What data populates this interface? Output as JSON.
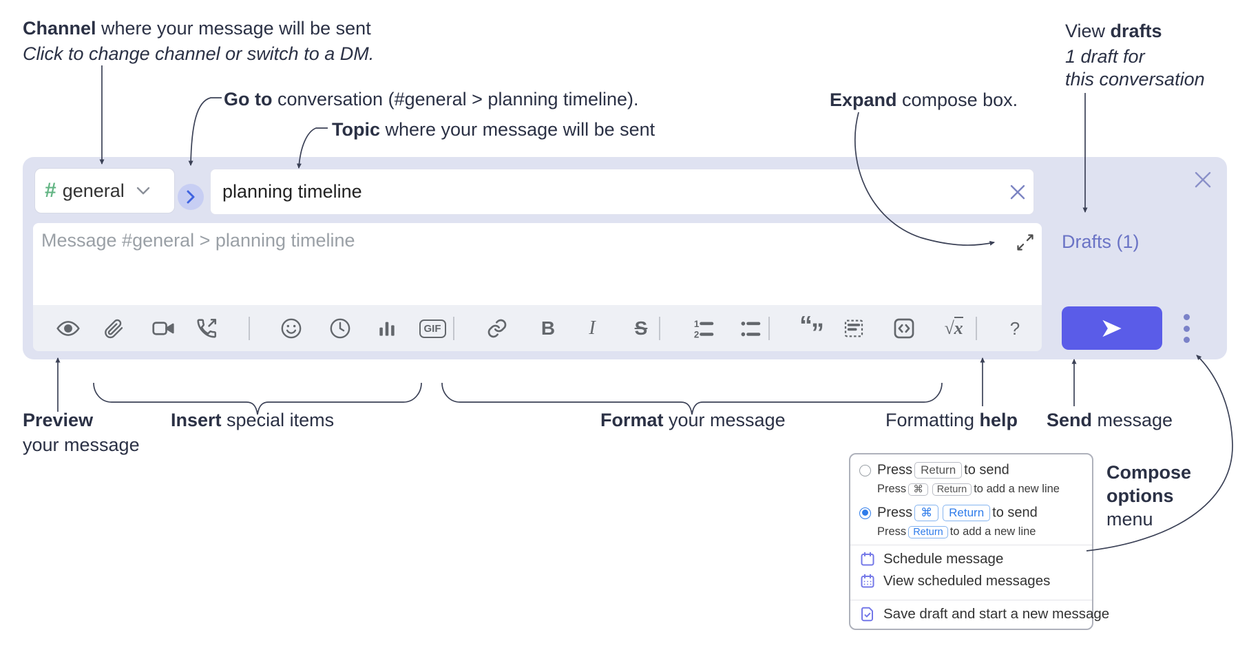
{
  "colors": {
    "compose_bg": "#dfe2f1",
    "send_button": "#5a5ce8",
    "drafts_link": "#6a73c5",
    "annotation_ink": "#2b3145",
    "kbd_blue": "#2f7cea",
    "channel_hash_green": "#63b584",
    "menu_icon_purple": "#7478e8"
  },
  "annotations": {
    "channel": {
      "bold": "Channel",
      "rest": " where your message will be sent",
      "sub": "Click to change channel or switch to a DM."
    },
    "goto": {
      "bold": "Go to",
      "rest": " conversation (#general > planning timeline)."
    },
    "topic": {
      "bold": "Topic",
      "rest": " where your message will be sent"
    },
    "expand": {
      "bold": "Expand",
      "rest": " compose box."
    },
    "view_drafts": {
      "pre": "View ",
      "bold": "drafts",
      "line2": "1 draft for",
      "line3": "this conversation"
    },
    "preview": {
      "bold": "Preview",
      "line2": "your message"
    },
    "insert": {
      "bold": "Insert",
      "rest": " special items"
    },
    "format": {
      "bold": "Format",
      "rest": " your message"
    },
    "formatting_help": {
      "pre": "Formatting ",
      "bold": "help"
    },
    "send": {
      "bold": "Send",
      "rest": " message"
    },
    "compose_options": {
      "line1": "Compose",
      "line2": "options",
      "line3": "menu"
    }
  },
  "compose": {
    "channel_hash": "#",
    "channel_name": "general",
    "topic_value": "planning timeline",
    "message_placeholder": "Message #general > planning timeline",
    "drafts_label": "Drafts (1)",
    "toolbar": {
      "bold_label": "B",
      "italic_label": "I",
      "strike_label": "S",
      "gif_label": "GIF",
      "ol_num1": "1",
      "ol_num2": "2",
      "math_root": "√",
      "math_x": "x",
      "help_label": "?",
      "quote_open": "“",
      "quote_close": "”",
      "icons": [
        "preview-eye",
        "attach-paperclip",
        "video-call",
        "audio-call",
        "emoji",
        "time",
        "poll",
        "gif",
        "link",
        "bold",
        "italic",
        "strikethrough",
        "numbered-list",
        "bulleted-list",
        "quote",
        "spoiler",
        "code",
        "math",
        "help"
      ]
    }
  },
  "popup": {
    "row1": {
      "pre": "Press",
      "key1": "Return",
      "post": "to send"
    },
    "row1sub": {
      "pre": "Press",
      "key1": "⌘",
      "key2": "Return",
      "post": "to add a new line"
    },
    "row2": {
      "pre": "Press",
      "key1": "⌘",
      "key2": "Return",
      "post": "to send"
    },
    "row2sub": {
      "pre": "Press",
      "key1": "Return",
      "post": "to add a new line"
    },
    "items": [
      {
        "label": "Schedule message",
        "icon": "calendar-icon"
      },
      {
        "label": "View scheduled messages",
        "icon": "calendar-grid-icon"
      },
      {
        "label": "Save draft and start a new message",
        "icon": "document-check-icon"
      }
    ]
  }
}
